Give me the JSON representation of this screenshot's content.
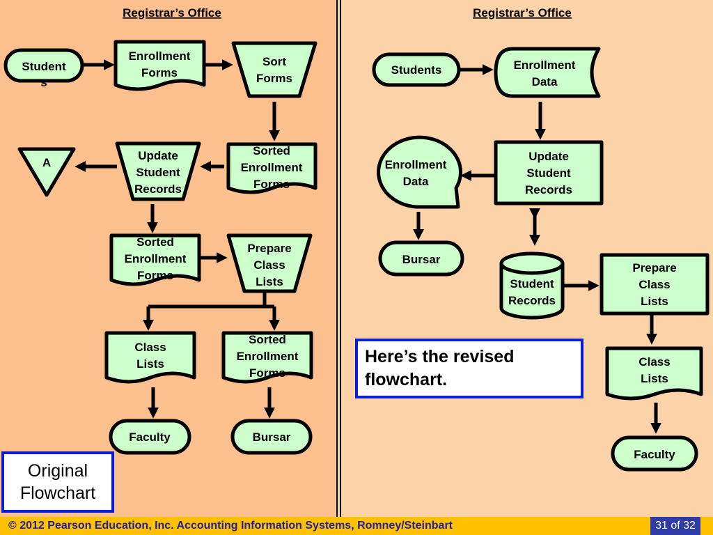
{
  "left": {
    "title": "Registrar’s Office",
    "students": [
      "Student",
      "s"
    ],
    "enrollment_forms": [
      "Enrollment",
      "Forms"
    ],
    "sort_forms": [
      "Sort",
      "Forms"
    ],
    "connector": "A",
    "update_records": [
      "Update",
      "Student",
      "Records"
    ],
    "sorted_forms_1": [
      "Sorted",
      "Enrollment",
      "Forms"
    ],
    "sorted_forms_2": [
      "Sorted",
      "Enrollment",
      "Forms"
    ],
    "prepare_lists": [
      "Prepare",
      "Class",
      "Lists"
    ],
    "class_lists": [
      "Class",
      "Lists"
    ],
    "sorted_forms_3": [
      "Sorted",
      "Enrollment",
      "Forms"
    ],
    "faculty": "Faculty",
    "bursar": "Bursar",
    "callout": [
      "Original",
      "Flowchart"
    ]
  },
  "right": {
    "title": "Registrar’s Office",
    "students": "Students",
    "enrollment_data_tape": [
      "Enrollment",
      "Data"
    ],
    "update_records": [
      "Update",
      "Student",
      "Records"
    ],
    "enrollment_data_disk": [
      "Enrollment",
      "Data"
    ],
    "bursar": "Bursar",
    "student_records": [
      "Student",
      "Records"
    ],
    "prepare_lists": [
      "Prepare",
      "Class",
      "Lists"
    ],
    "class_lists": [
      "Class",
      "Lists"
    ],
    "faculty": "Faculty",
    "callout": [
      "Here’s the revised",
      "flowchart."
    ]
  },
  "footer": {
    "text": "© 2012 Pearson Education, Inc.   Accounting Information Systems,   Romney/Steinbart",
    "page": "31 of 32"
  },
  "colors": {
    "left_panel": "#FCC08E",
    "right_panel": "#FCD2A8",
    "shape_fill": "#CCFFCC",
    "callout_border": "#0A1ED8",
    "footer_bg": "#FFC000",
    "footer_text": "#1F1FA8",
    "page_badge": "#2E3BA8"
  }
}
